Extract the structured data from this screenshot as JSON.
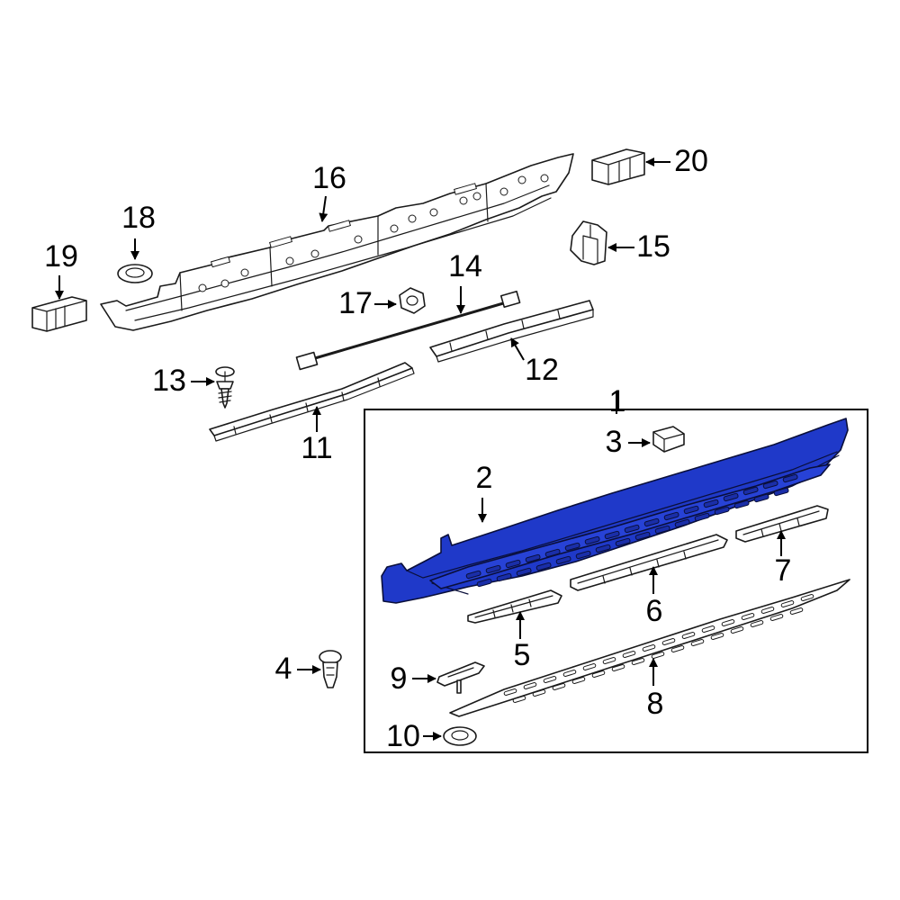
{
  "colors": {
    "highlight": "#1f39c9",
    "highlight_dark": "#0a0f3a",
    "line": "#1a1a1a",
    "background": "#ffffff"
  },
  "callouts": {
    "c1": "1",
    "c2": "2",
    "c3": "3",
    "c4": "4",
    "c5": "5",
    "c6": "6",
    "c7": "7",
    "c8": "8",
    "c9": "9",
    "c10": "10",
    "c11": "11",
    "c12": "12",
    "c13": "13",
    "c14": "14",
    "c15": "15",
    "c16": "16",
    "c17": "17",
    "c18": "18",
    "c19": "19",
    "c20": "20"
  },
  "highlighted_part": "2"
}
